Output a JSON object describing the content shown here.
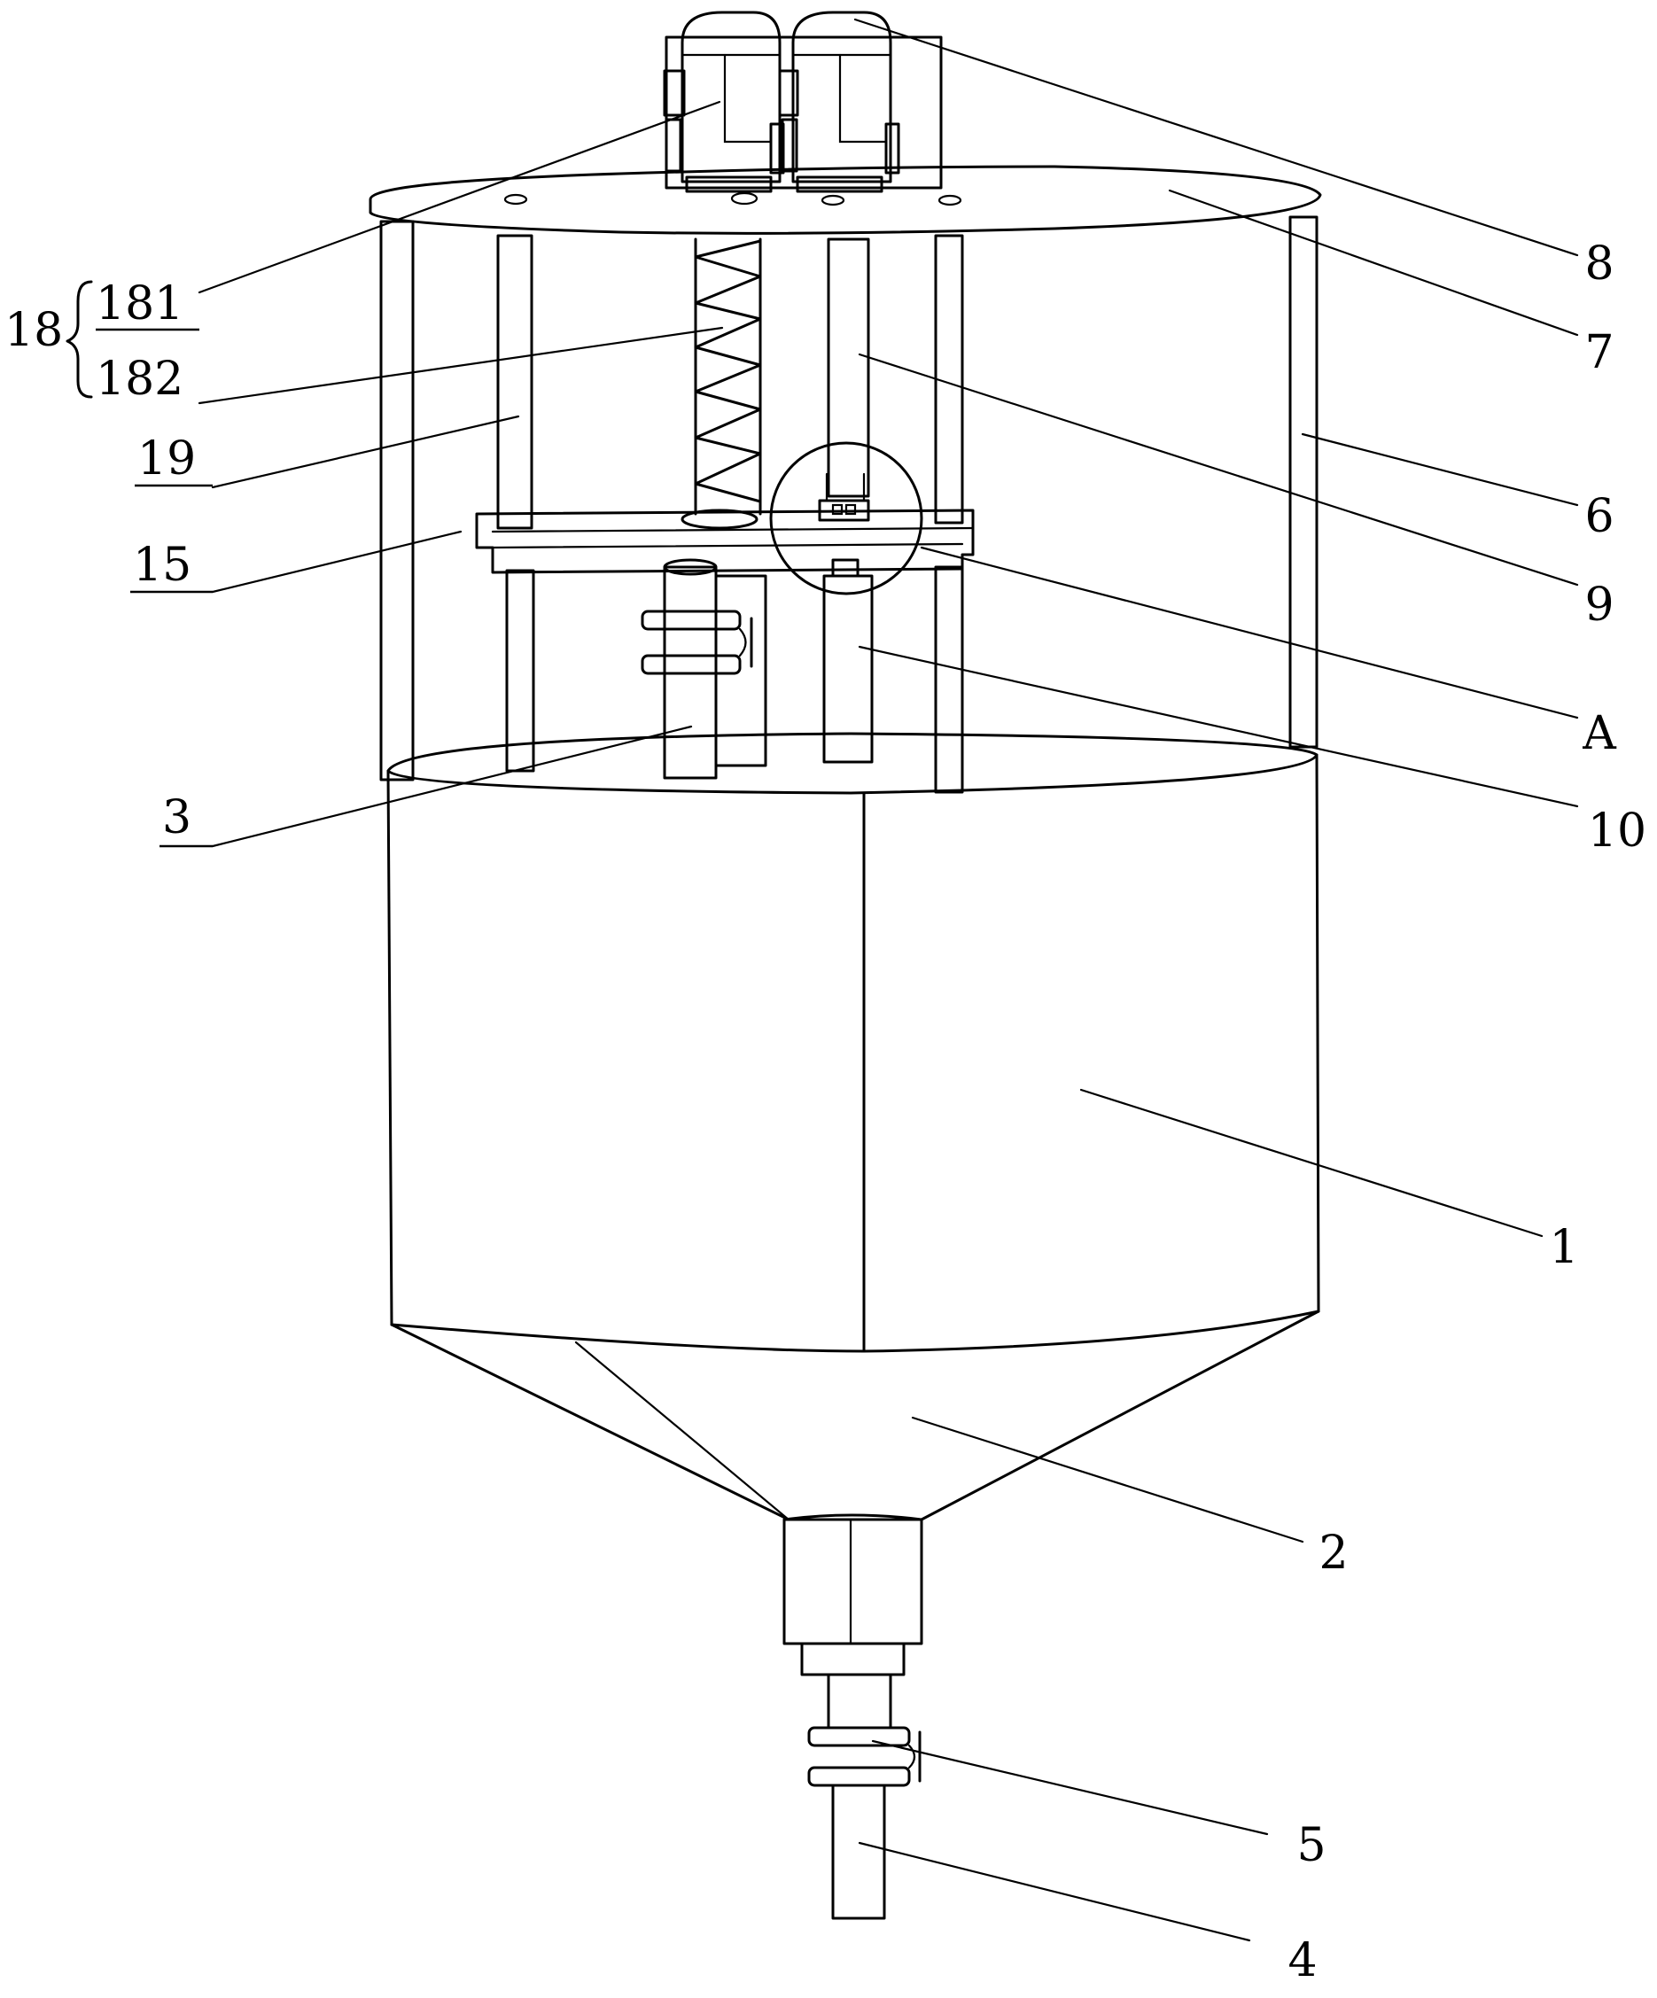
{
  "labels": {
    "l1": "1",
    "l2": "2",
    "l3": "3",
    "l4": "4",
    "l5": "5",
    "l6": "6",
    "l7": "7",
    "l8": "8",
    "l9": "9",
    "l10": "10",
    "l15": "15",
    "l18": "18",
    "l181": "181",
    "l182": "182",
    "l19": "19",
    "lA": "A"
  }
}
